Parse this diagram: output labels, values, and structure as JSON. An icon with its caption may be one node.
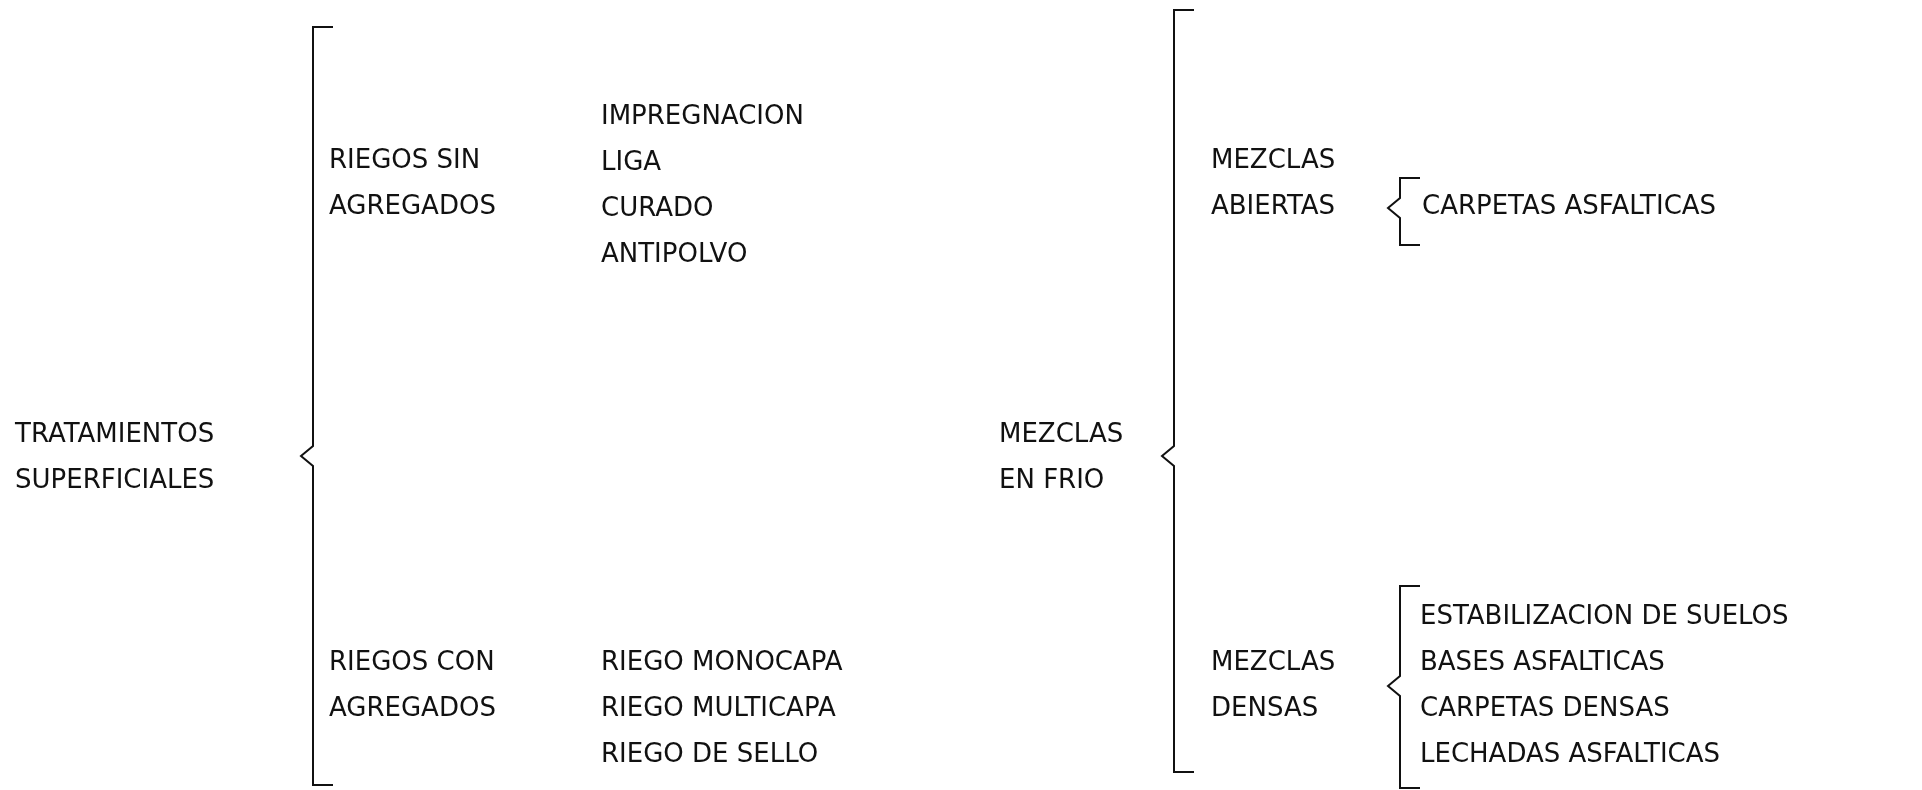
{
  "diagram": {
    "labels": [
      "TRATAMIENTOS SUPERFICIALES",
      "RIEGOS SIN AGREGADOS",
      "IMPREGNACION",
      "LIGA",
      "CURADO",
      "ANTIPOLVO",
      "RIEGOS CON AGREGADOS",
      "RIEGO MONOCAPA",
      "RIEGO MULTICAPA",
      "RIEGO DE SELLO",
      "MEZCLAS EN FRIO",
      "MEZCLAS ABIERTAS",
      "CARPETAS ASFALTICAS",
      "MEZCLAS DENSAS",
      "ESTABILIZACION DE SUELOS",
      "BASES ASFALTICAS",
      "CARPETAS DENSAS",
      "LECHADAS ASFALTICAS"
    ]
  }
}
